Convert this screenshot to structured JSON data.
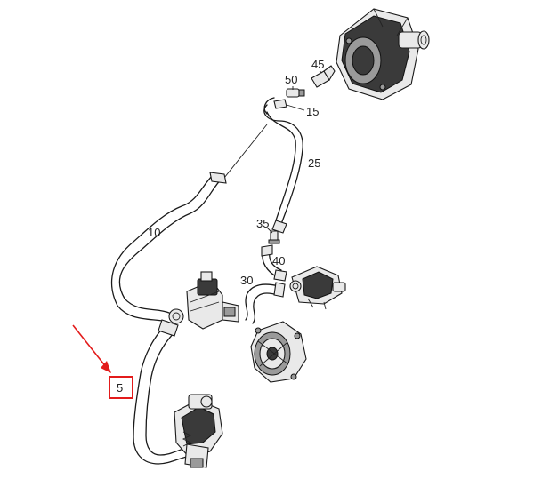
{
  "callouts": {
    "p5": "5",
    "p10": "10",
    "p15": "15",
    "p25": "25",
    "p30": "30",
    "p35": "35",
    "p40": "40",
    "p45": "45",
    "p50": "50"
  },
  "highlight": {
    "callout": "5",
    "color": "#e31b1b"
  }
}
